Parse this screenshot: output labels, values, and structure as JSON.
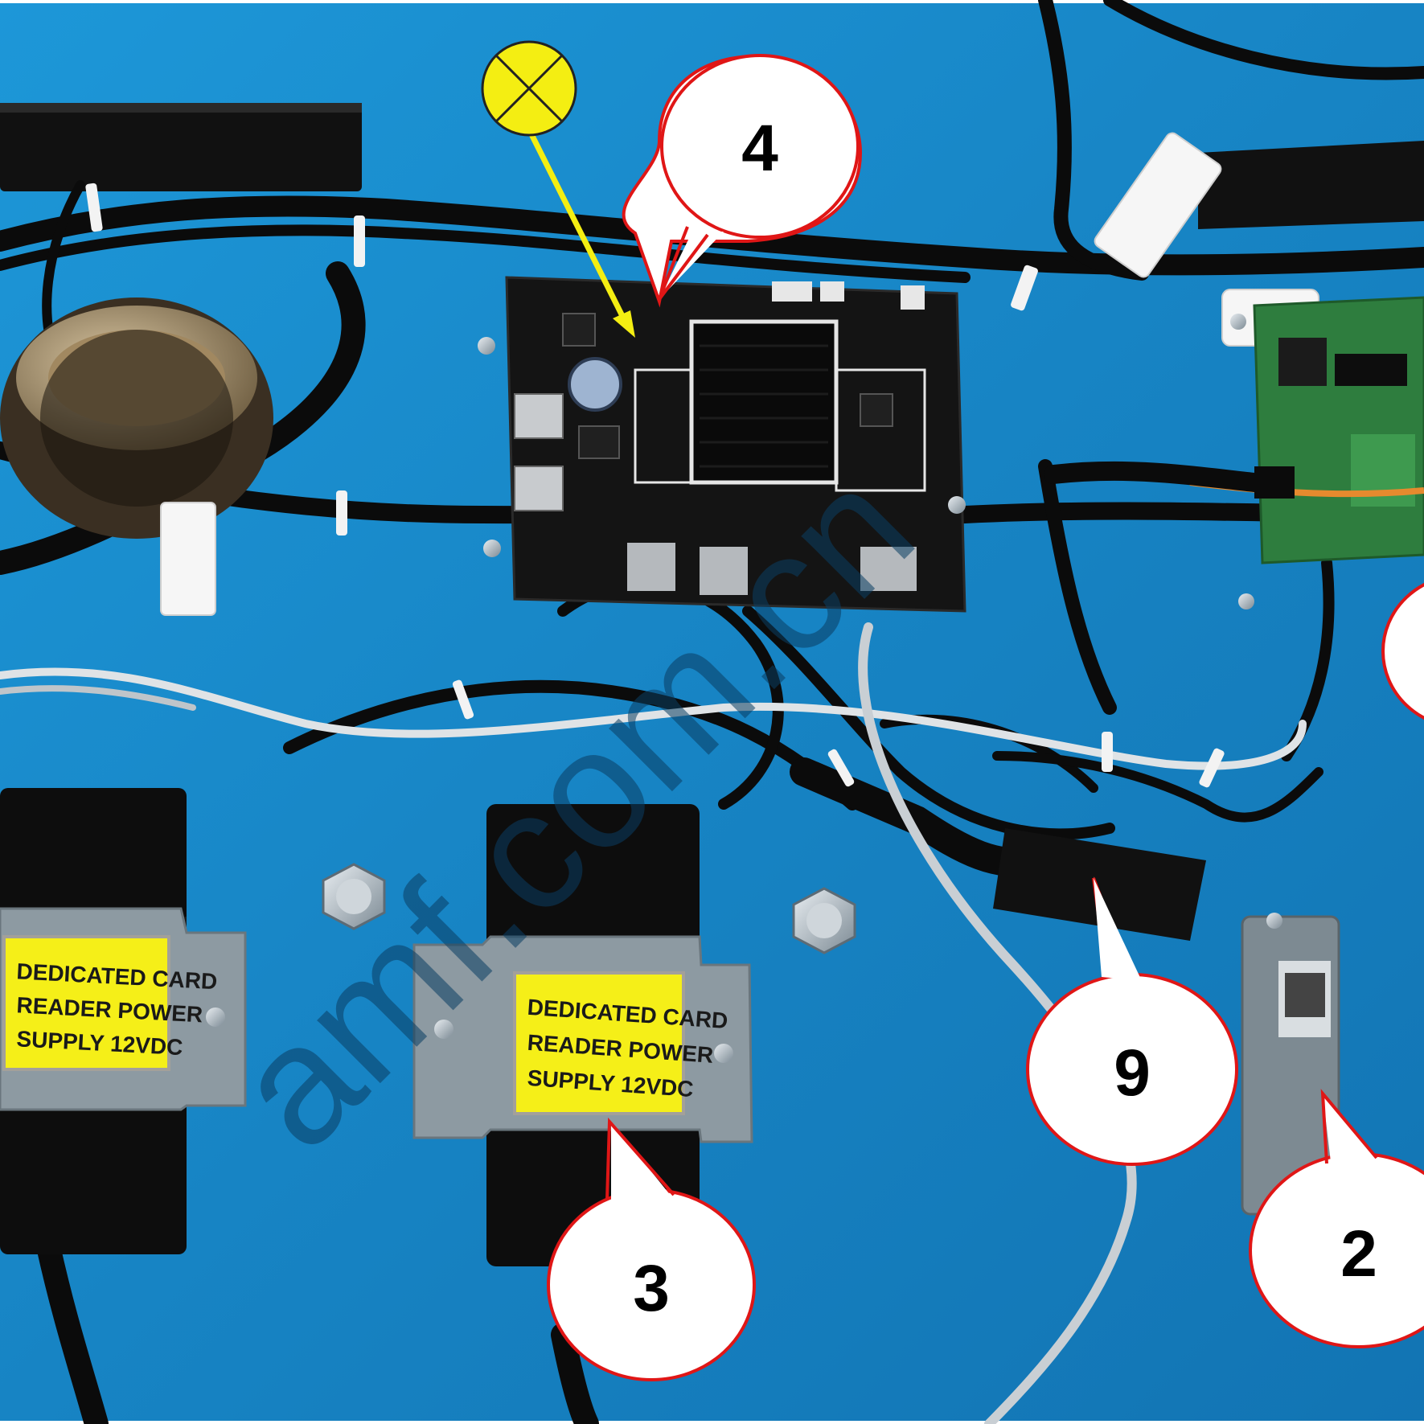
{
  "photo": {
    "subject": "Electronics mounting panel with controller board, cables and power supplies",
    "colors": {
      "panel": "#1a8fd0",
      "panel_dark": "#0d6aa6",
      "cable": "#0b0b0b",
      "callout_fill": "#ffffff",
      "callout_stroke": "#e01616",
      "marker_fill": "#f4ee12",
      "arrow": "#f4ee12"
    }
  },
  "callouts": [
    {
      "id": "callout-4",
      "number": "4"
    },
    {
      "id": "callout-9",
      "number": "9"
    },
    {
      "id": "callout-3",
      "number": "3"
    },
    {
      "id": "callout-2",
      "number": "2"
    }
  ],
  "psu_labels": [
    {
      "line1": "DEDICATED CARD",
      "line2": "READER POWER",
      "line3": "SUPPLY 12VDC"
    },
    {
      "line1": "DEDICATED CARD",
      "line2": "READER POWER",
      "line3": "SUPPLY 12VDC"
    }
  ],
  "watermark": "amf.com.cn"
}
